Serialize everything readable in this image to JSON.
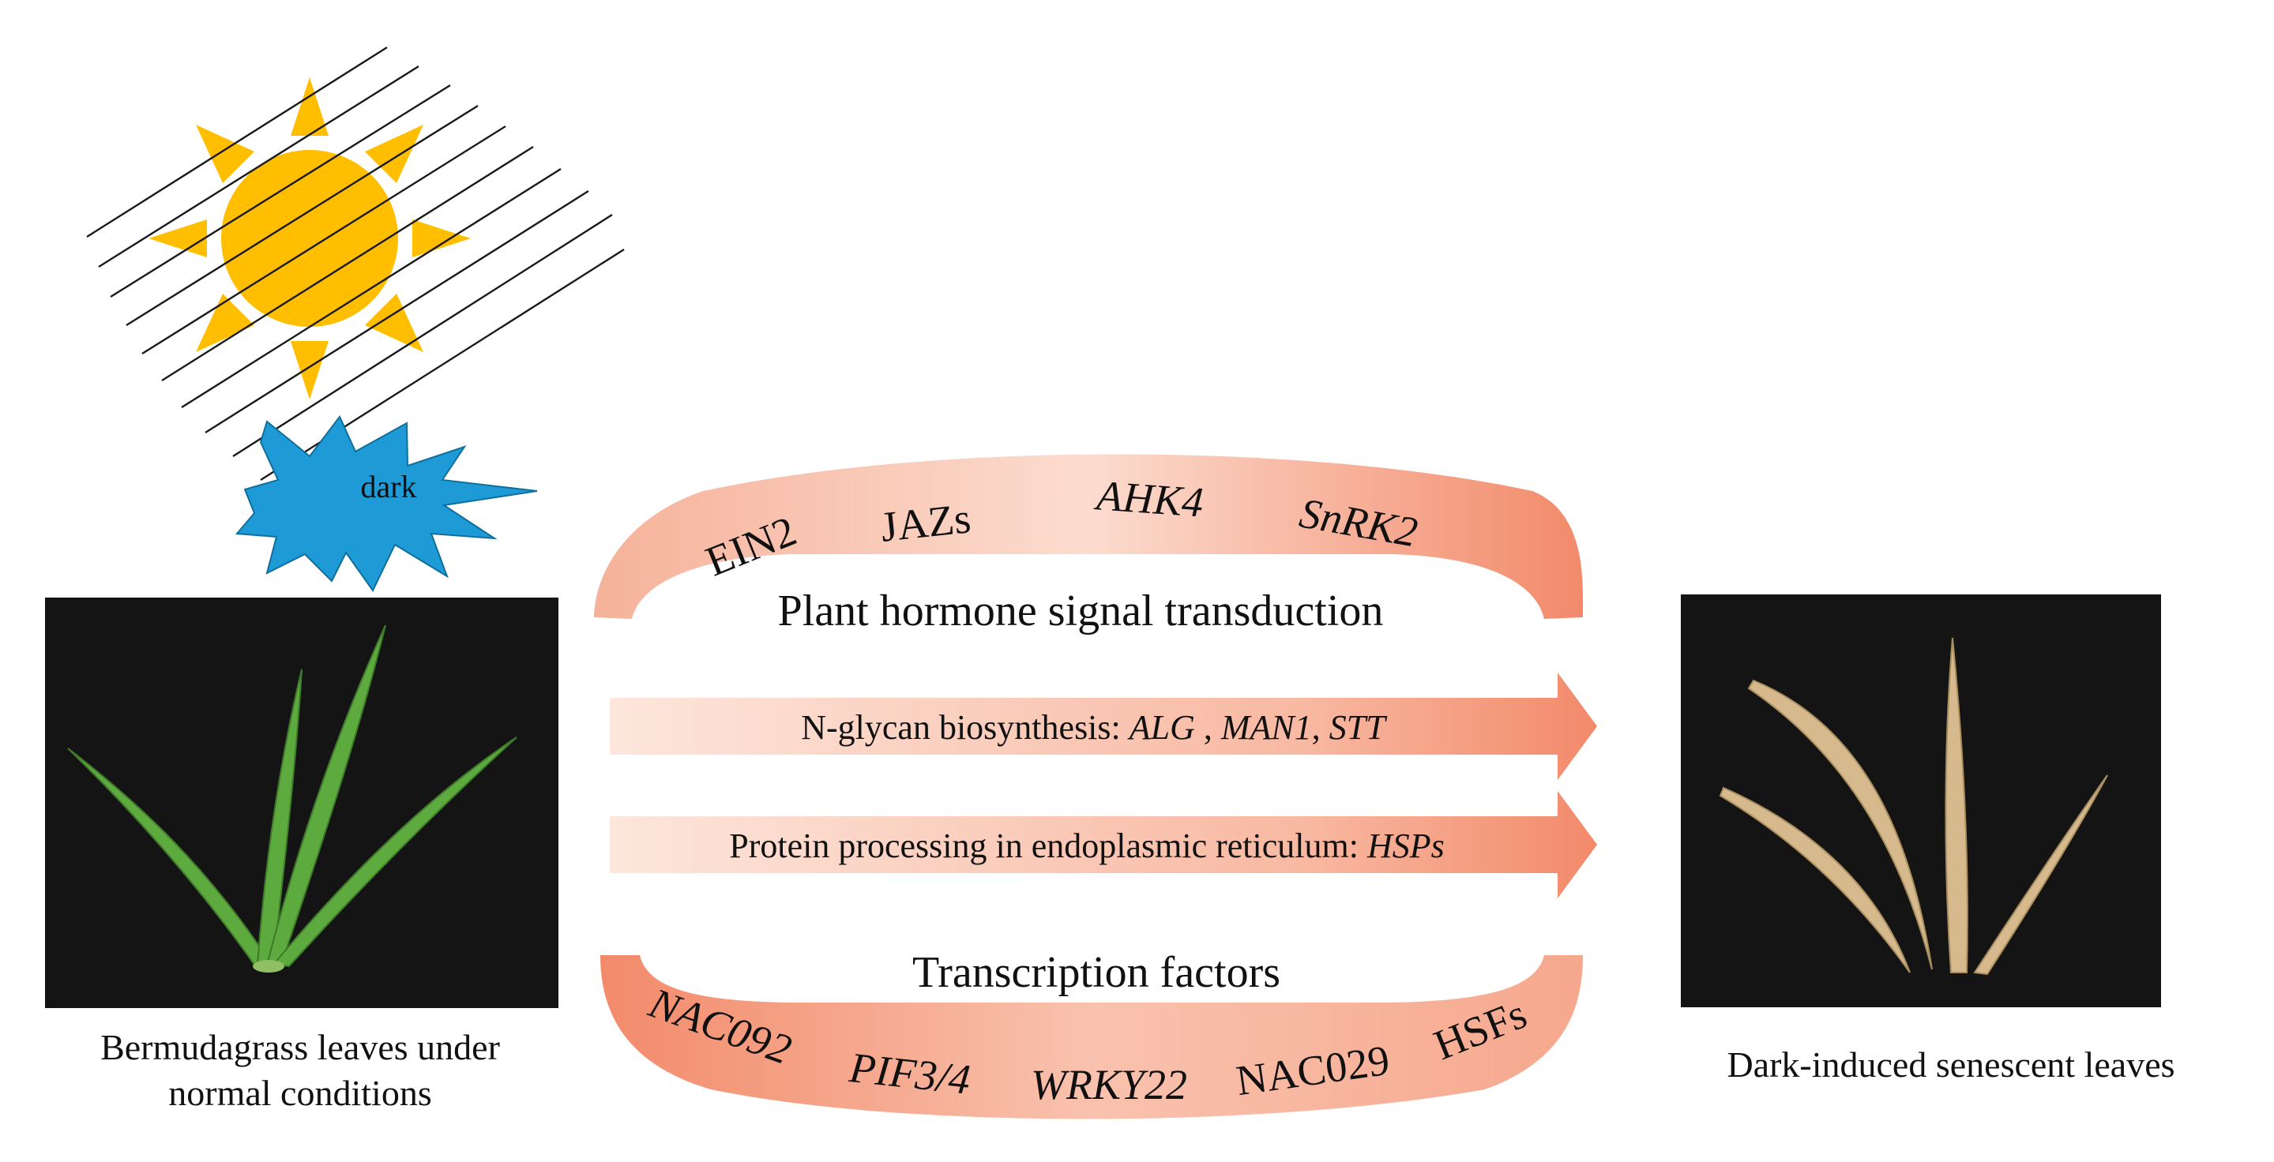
{
  "colors": {
    "sun": "#FFBF00",
    "star": "#1E9BD6",
    "arrow_dark": "#F28A6A",
    "arrow_light": "#FDE6DC",
    "photo_bg": "#141414",
    "green_leaf": "#5DAA3E",
    "senescent_leaf": "#D7B98E"
  },
  "icons": {
    "sun": "sun-icon",
    "dark_burst": "dark-burst-icon"
  },
  "labels": {
    "dark": "dark",
    "left_caption_line1": "Bermudagrass leaves under",
    "left_caption_line2": "normal conditions",
    "right_caption": "Dark-induced senescent leaves"
  },
  "hormone_band": {
    "genes": [
      "EIN2",
      "JAZs",
      "AHK4",
      "SnRK2"
    ],
    "title": "Plant hormone signal transduction"
  },
  "nglycan_arrow": {
    "prefix": "N-glycan biosynthesis: ",
    "genes": [
      "ALG",
      " , ",
      "MAN1",
      ", ",
      "STT"
    ]
  },
  "protein_arrow": {
    "prefix": "Protein processing in endoplasmic reticulum: ",
    "gene": "HSPs"
  },
  "tf_band": {
    "title": "Transcription factors",
    "genes": [
      "NAC092",
      "PIF3/4",
      "WRKY22",
      "NAC029",
      "HSFs"
    ]
  }
}
